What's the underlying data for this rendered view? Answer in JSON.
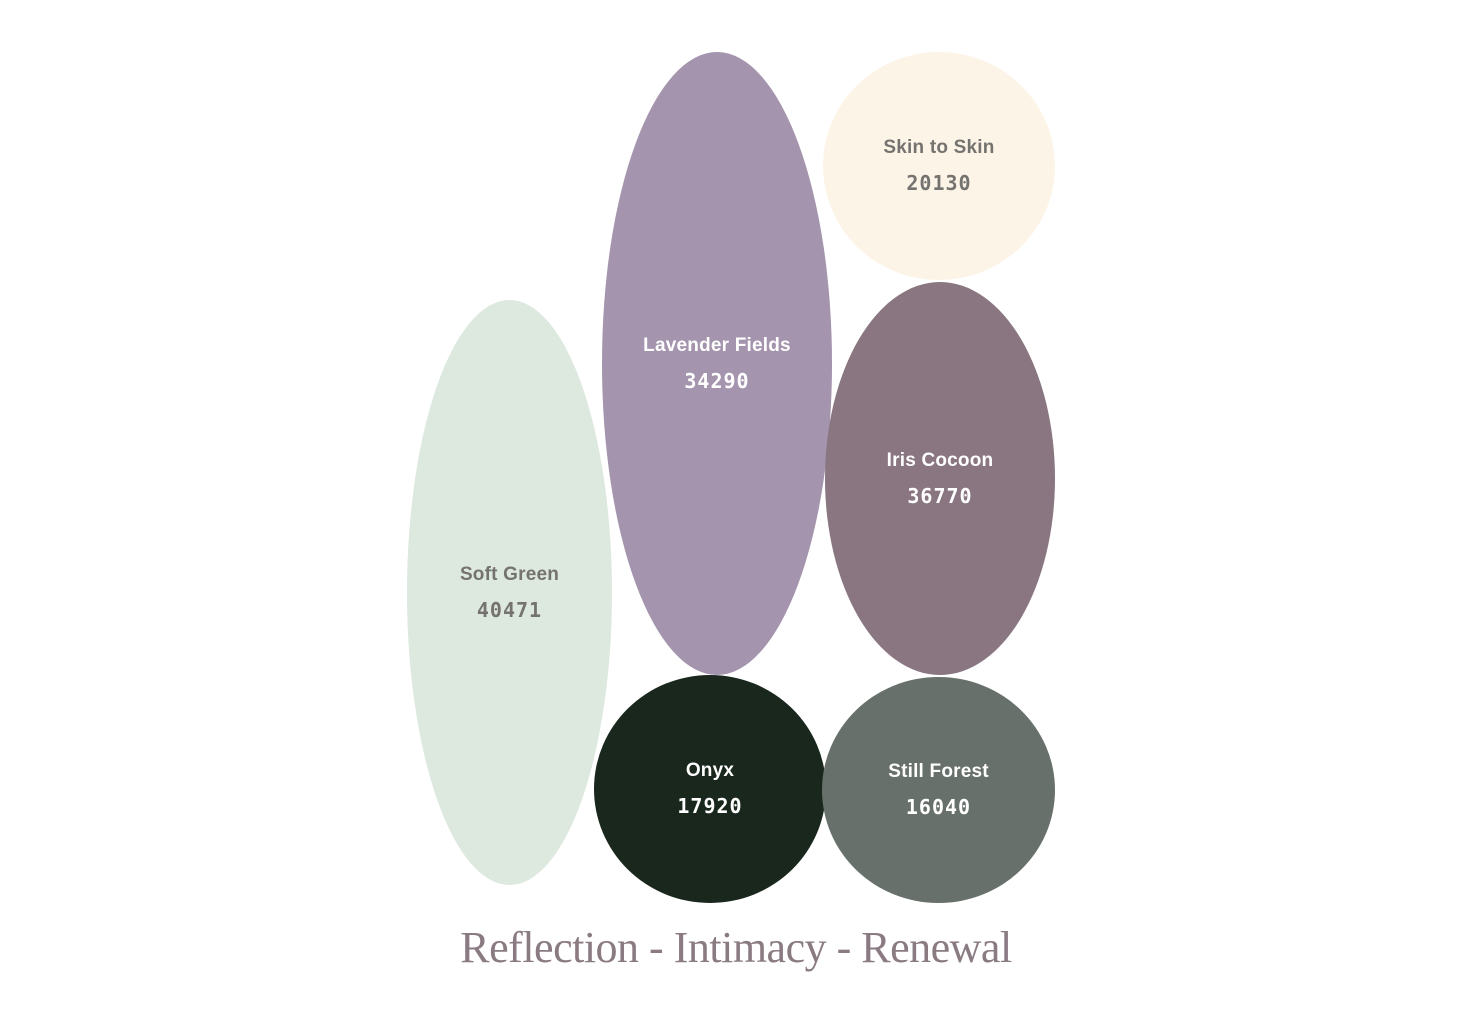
{
  "swatches": [
    {
      "name": "Soft Green",
      "code": "40471",
      "color": "#dde8de"
    },
    {
      "name": "Lavender Fields",
      "code": "34290",
      "color": "#a494ae"
    },
    {
      "name": "Skin to Skin",
      "code": "20130",
      "color": "#fdf4e8"
    },
    {
      "name": "Iris Cocoon",
      "code": "36770",
      "color": "#8a7680"
    },
    {
      "name": "Onyx",
      "code": "17920",
      "color": "#19271d"
    },
    {
      "name": "Still Forest",
      "code": "16040",
      "color": "#67706a"
    }
  ],
  "title": "Reflection - Intimacy - Renewal",
  "title_color": "#8a7a82"
}
